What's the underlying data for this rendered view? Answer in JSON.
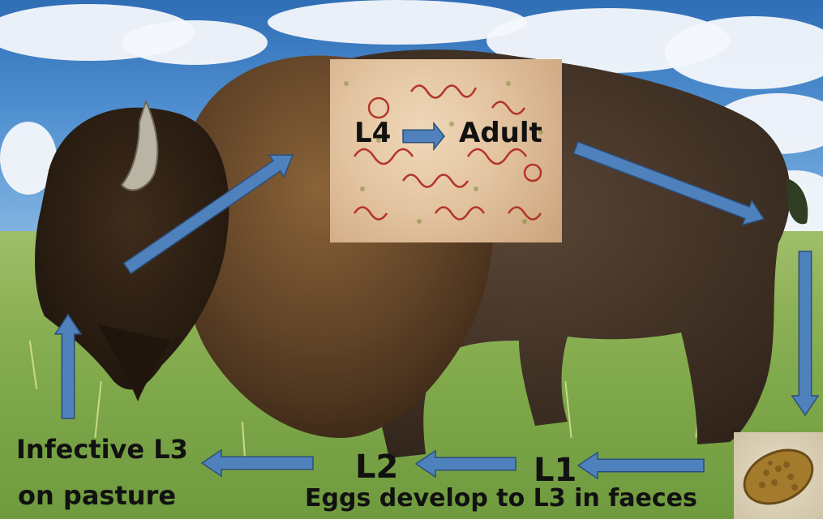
{
  "labels": {
    "l4": "L4",
    "adult": "Adult",
    "infective_l3_line1": "Infective L3",
    "infective_l3_line2": "on pasture",
    "l2": "L2",
    "l1": "L1",
    "eggs_caption": "Eggs develop to L3 in faeces"
  },
  "colors": {
    "arrow_fill": "#4f81bd",
    "arrow_stroke": "#2b4f7c",
    "label_text": "#111111"
  }
}
